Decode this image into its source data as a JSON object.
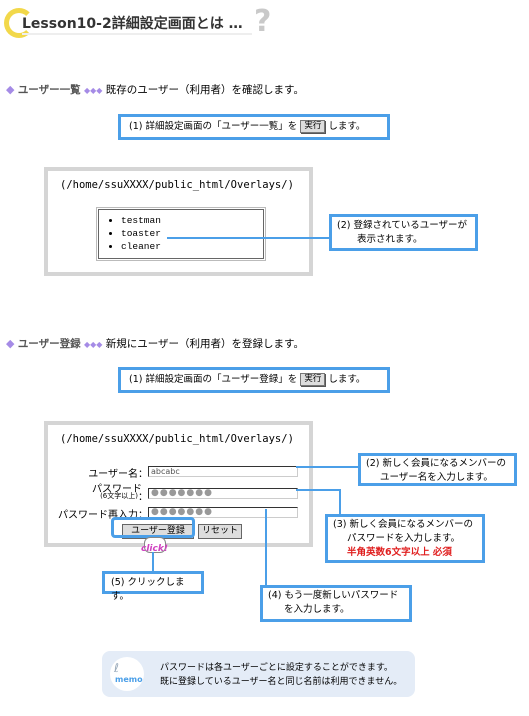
{
  "header": {
    "title": "Lesson10-2詳細設定画面とは …"
  },
  "section1": {
    "title": "ユーザー一覧",
    "desc": "既存のユーザー（利用者）を確認します。",
    "step1_pre": "(1) 詳細設定画面の「ユーザー一覧」を",
    "exec": "実行",
    "step1_post": "します。",
    "path": "(/home/ssuXXXX/public_html/Overlays/)",
    "users": [
      "testman",
      "toaster",
      "cleaner"
    ],
    "step2_l1": "(2) 登録されているユーザーが",
    "step2_l2": "表示されます。"
  },
  "section2": {
    "title": "ユーザー登録",
    "desc": "新規にユーザー（利用者）を登録します。",
    "step1_pre": "(1) 詳細設定画面の「ユーザー登録」を",
    "exec": "実行",
    "step1_post": "します。",
    "path": "(/home/ssuXXXX/public_html/Overlays/)",
    "form": {
      "username_label": "ユーザー名：",
      "username_value": "abcabc",
      "password_label": "パスワード",
      "password_note": "(6文字以上)",
      "password_colon": "：",
      "password_dots": "●●●●●●●",
      "password2_label": "パスワード再入力：",
      "password2_dots": "●●●●●●●",
      "submit": "ユーザー登録",
      "reset": "リセット"
    },
    "click_label": "click!",
    "step2_l1": "(2) 新しく会員になるメンバーの",
    "step2_l2": "ユーザー名を入力します。",
    "step3_l1": "(3) 新しく会員になるメンバーの",
    "step3_l2": "パスワードを入力します。",
    "step3_red": "半角英数6文字以上 必須",
    "step4_l1": "(4) もう一度新しいパスワード",
    "step4_l2": "を入力します。",
    "step5": "(5) クリックします。"
  },
  "memo": {
    "icon_label": "memo",
    "line1": "パスワードは各ユーザーごとに設定することができます。",
    "line2": "既に登録しているユーザー名と同じ名前は利用できません。"
  },
  "colors": {
    "callout_border": "#4b9fe8",
    "panel_border": "#d5d5d5",
    "accent": "#a58be6",
    "memo_bg": "#e4ecf7",
    "required": "#e02020"
  }
}
